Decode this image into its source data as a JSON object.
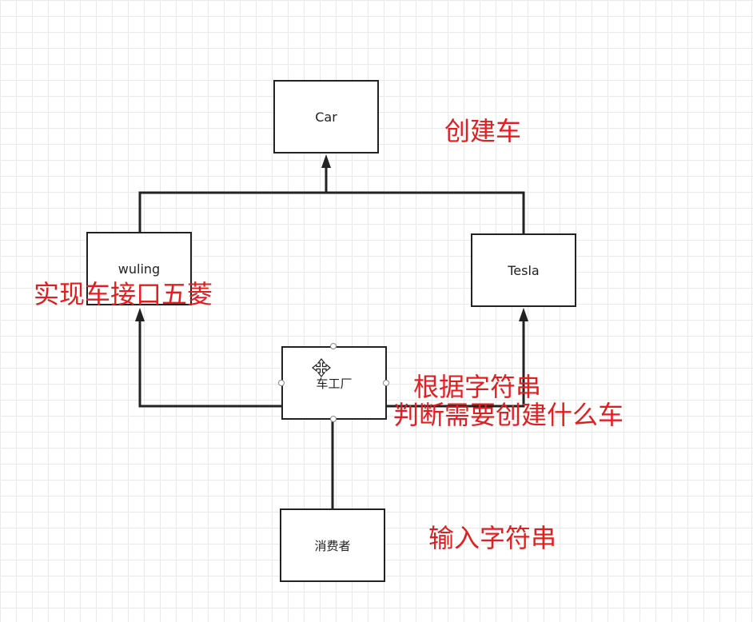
{
  "nodes": {
    "car": "Car",
    "wuling": "wuling",
    "tesla": "Tesla",
    "factory": "车工厂",
    "consumer": "消费者"
  },
  "annotations": {
    "create_car": "创建车",
    "wuling_note": "实现车接口五菱",
    "factory_line1": "根据字符串",
    "factory_line2": "判断需要创建什么车",
    "consumer_note": "输入字符串"
  },
  "colors": {
    "annotation": "#e02020",
    "line": "#222222"
  },
  "icons": {
    "move_cursor": "move-cursor-icon"
  }
}
